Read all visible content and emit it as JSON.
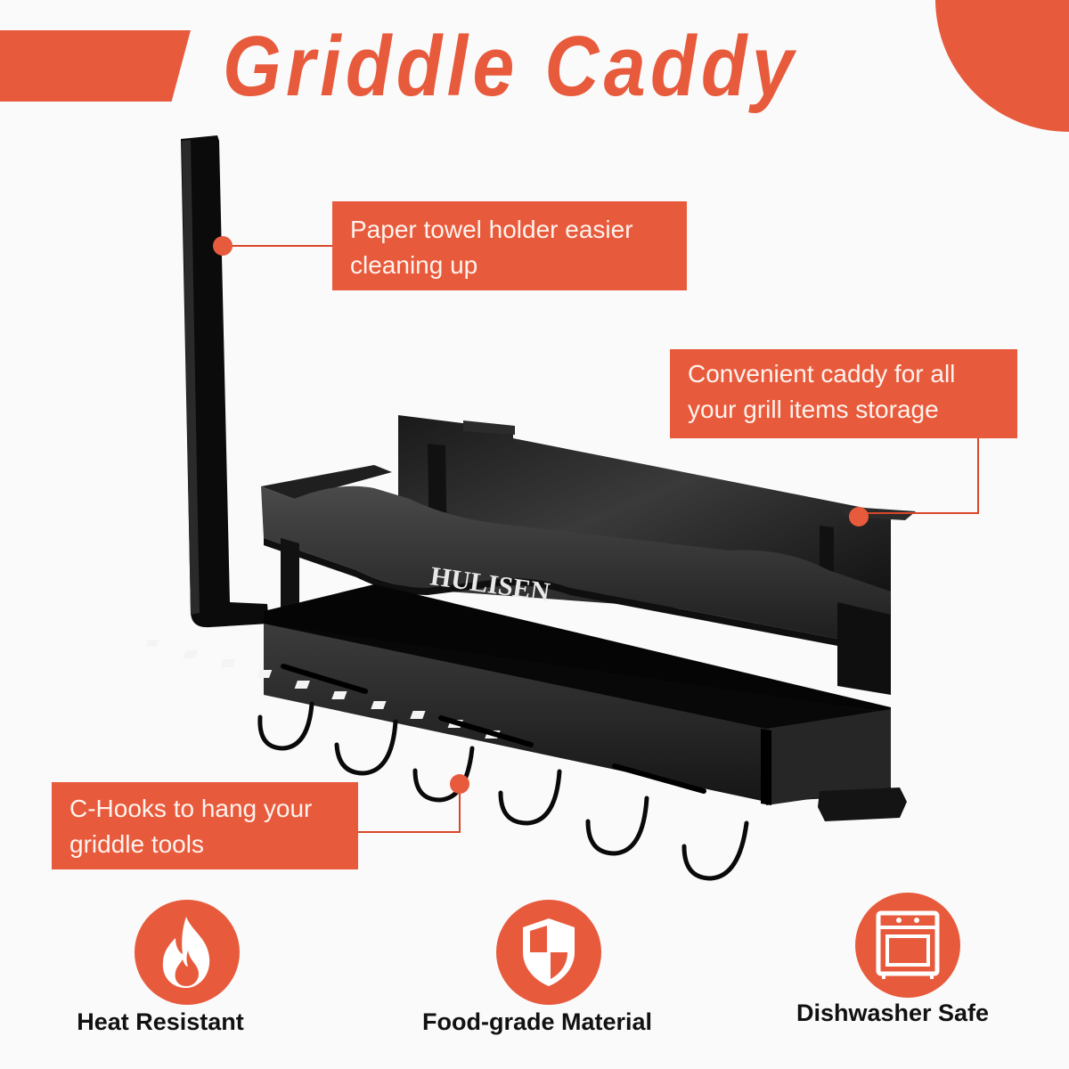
{
  "header": {
    "title": "Griddle Caddy"
  },
  "product": {
    "brand_engraving": "HULISEN",
    "hooks_count": 6
  },
  "callouts": [
    {
      "id": "paper-towel",
      "lines": [
        "Paper towel holder easier",
        "cleaning up"
      ]
    },
    {
      "id": "caddy-storage",
      "lines": [
        "Convenient caddy for all",
        "your grill items storage"
      ]
    },
    {
      "id": "c-hooks",
      "lines": [
        "C-Hooks to hang your",
        "griddle tools"
      ]
    }
  ],
  "features": [
    {
      "icon": "flame-icon",
      "label": "Heat Resistant"
    },
    {
      "icon": "shield-icon",
      "label": "Food-grade Material"
    },
    {
      "icon": "oven-icon",
      "label": "Dishwasher Safe"
    }
  ],
  "colors": {
    "accent": "#e85a3c",
    "background": "#fafafa",
    "product": "#111111",
    "text_dark": "#111111",
    "text_light": "#fff3ee"
  }
}
